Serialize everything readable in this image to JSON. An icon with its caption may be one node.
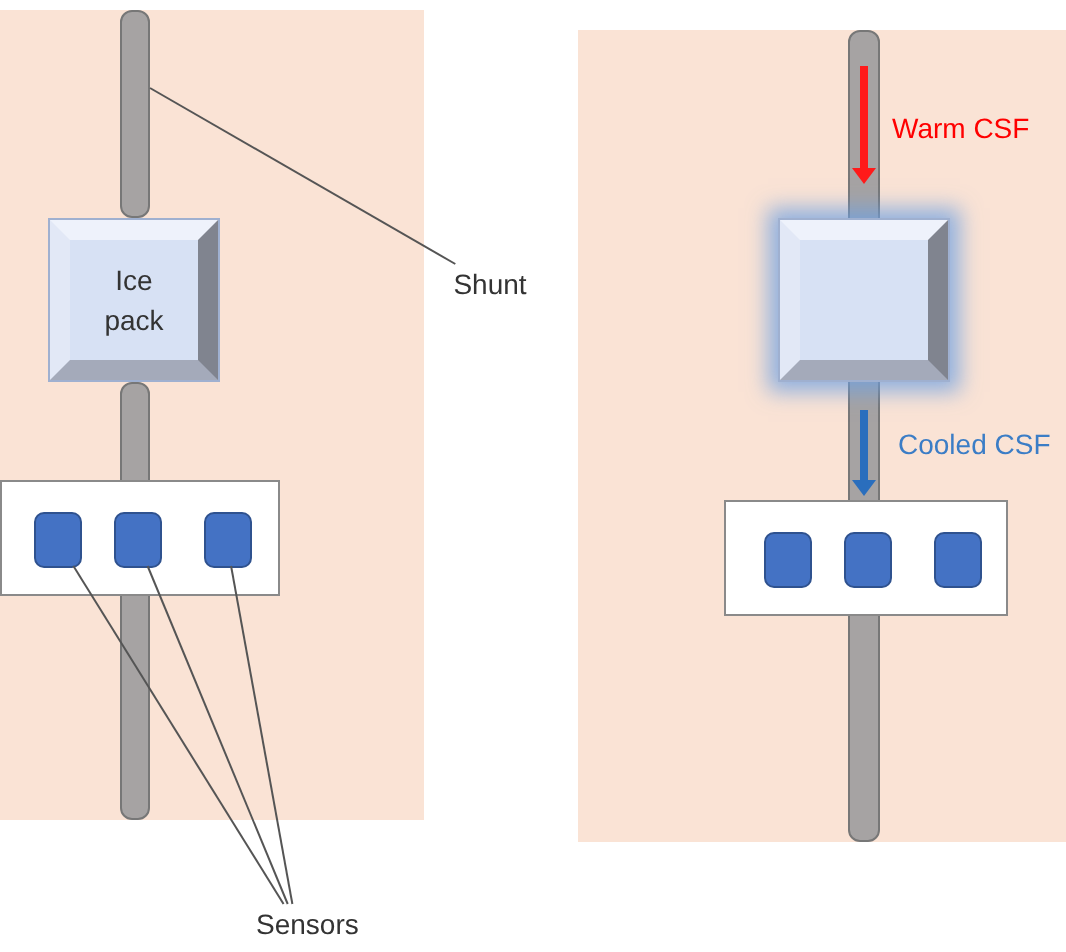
{
  "diagram": {
    "nodes": [
      {
        "text": [],
        "shape": "box"
      },
      {
        "text": [],
        "shape": "bar",
        "in": 0
      },
      {
        "text": [
          "Ice pack"
        ],
        "in": 0
      },
      {
        "text": [],
        "shape": "box",
        "in": 0
      },
      {
        "text": [],
        "shape": "box",
        "in": 3
      },
      {
        "text": [],
        "shape": "box",
        "in": 3
      },
      {
        "text": [],
        "shape": "box",
        "in": 3
      },
      {
        "text": [
          "Shunt"
        ]
      },
      {
        "text": [
          "Sensors"
        ]
      },
      {
        "text": [],
        "shape": "box"
      },
      {
        "text": [],
        "shape": "bar",
        "in": 9
      },
      {
        "text": [],
        "shape": "box",
        "in": 9
      },
      {
        "text": [],
        "shape": "box",
        "in": 9
      },
      {
        "text": [],
        "shape": "box",
        "in": 12
      },
      {
        "text": [],
        "shape": "box",
        "in": 12
      },
      {
        "text": [],
        "shape": "box",
        "in": 12
      },
      {
        "text": [],
        "shape": "bar",
        "in": 0
      }
    ],
    "edges": [
      {
        "from": 7,
        "to": 1,
        "arrow": "none"
      },
      {
        "from": 8,
        "to": 4,
        "arrow": "none"
      },
      {
        "from": 8,
        "to": 5,
        "arrow": "none"
      },
      {
        "from": 8,
        "to": 6,
        "arrow": "none"
      }
    ],
    "labels": [
      "Warm CSF",
      "Cooled CSF"
    ]
  }
}
